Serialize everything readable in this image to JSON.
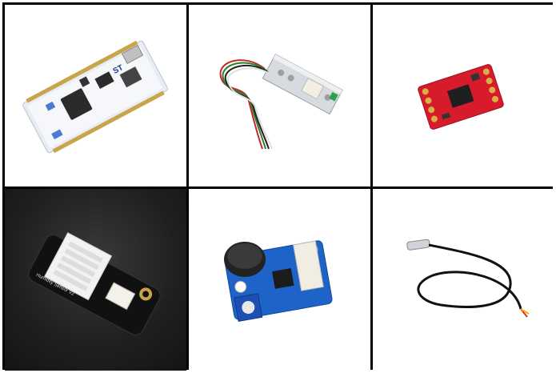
{
  "items": [
    {
      "name": "STM32 Nucleo-32 development board",
      "logo_text": "ST"
    },
    {
      "name": "Load cell strain gauge"
    },
    {
      "name": "HX711 load cell amplifier board"
    },
    {
      "name": "Temperature humidity sensor module",
      "silkscreen": "Humidity Sensor V2"
    },
    {
      "name": "Grove sound sensor microphone module"
    },
    {
      "name": "Waterproof temperature probe"
    }
  ]
}
